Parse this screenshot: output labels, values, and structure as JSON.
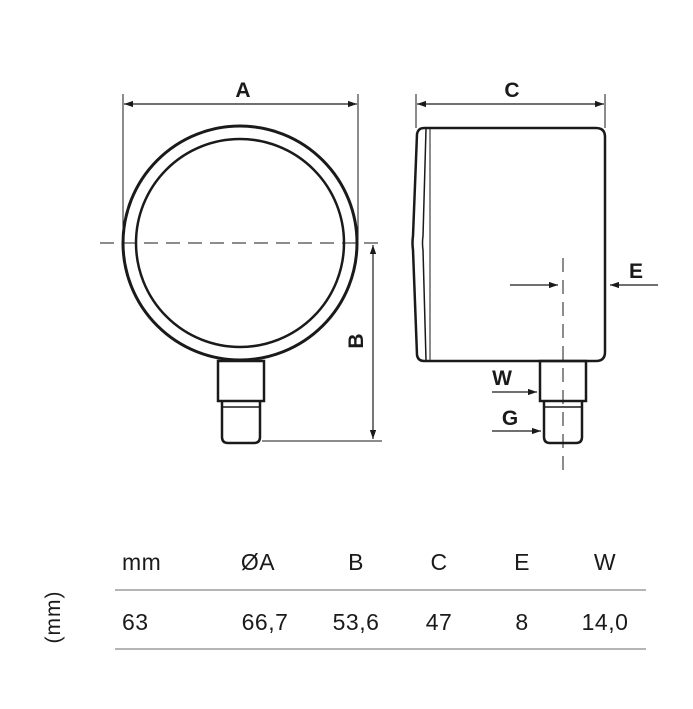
{
  "diagram": {
    "front_labels": {
      "A": "A",
      "B": "B"
    },
    "side_labels": {
      "C": "C",
      "E": "E",
      "W": "W",
      "G": "G"
    }
  },
  "table": {
    "side_label": "(mm)",
    "headers": [
      "mm",
      "ØA",
      "B",
      "C",
      "E",
      "W"
    ],
    "values": [
      "63",
      "66,7",
      "53,6",
      "47",
      "8",
      "14,0"
    ]
  }
}
